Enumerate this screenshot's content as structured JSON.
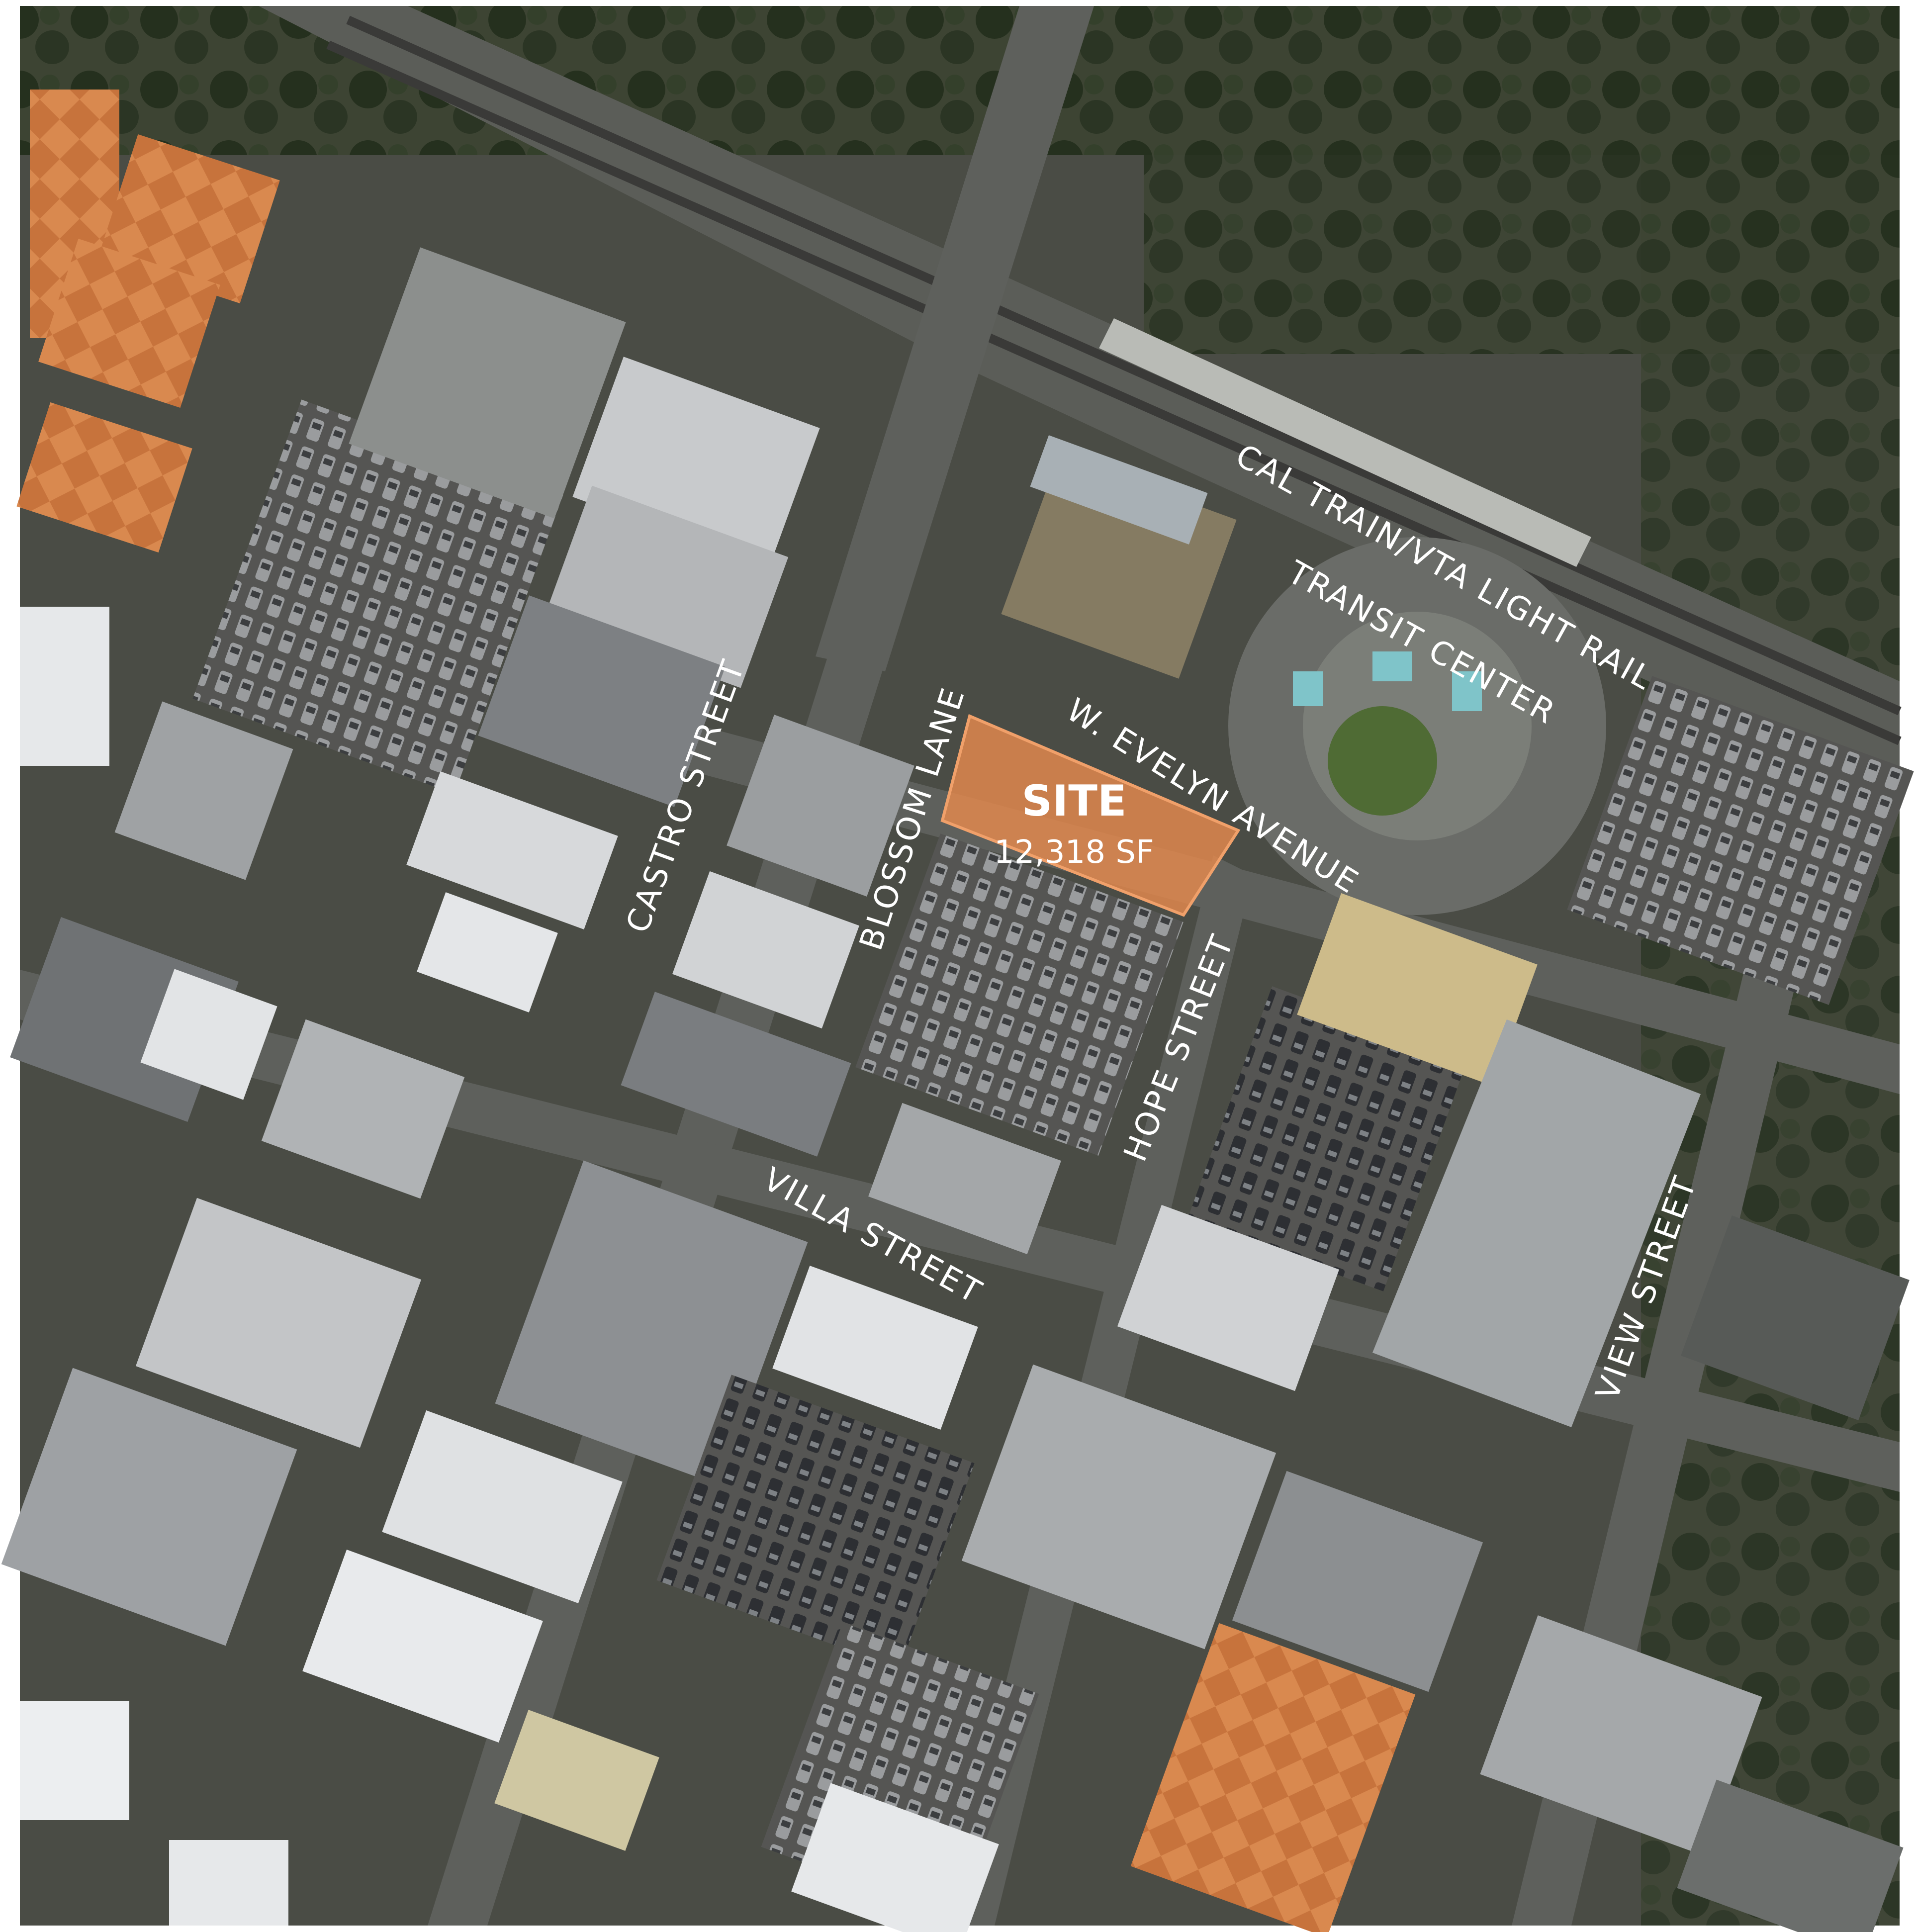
{
  "map": {
    "type": "aerial site map",
    "site": {
      "label": "SITE",
      "area": "12,318 SF",
      "highlight_color": "#e58a4e"
    },
    "street_labels": {
      "cal_train": "CAL TRAIN/VTA LIGHT RAIL",
      "transit_center": "TRANSIT CENTER",
      "w_evelyn": "W. EVELYN AVENUE",
      "castro": "CASTRO STREET",
      "blossom": "BLOSSOM LANE",
      "hope": "HOPE STREET",
      "villa": "VILLA STREET",
      "view": "VIEW STREET"
    },
    "colors": {
      "asphalt": "#4d4d4b",
      "roof_light": "#c9cbcc",
      "roof_tile": "#c8753f",
      "vegetation": "#2f3a26",
      "label_text": "#ffffff"
    }
  }
}
